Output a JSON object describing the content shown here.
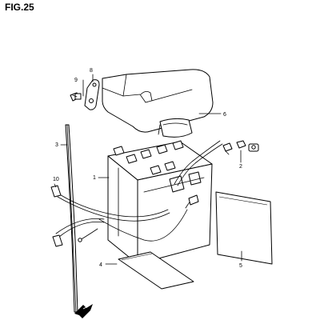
{
  "figure": {
    "title": "FIG.25"
  },
  "callouts": [
    {
      "id": "1",
      "label": "1"
    },
    {
      "id": "2",
      "label": "2"
    },
    {
      "id": "3",
      "label": "3"
    },
    {
      "id": "4",
      "label": "4"
    },
    {
      "id": "5",
      "label": "5"
    },
    {
      "id": "6",
      "label": "6"
    },
    {
      "id": "8",
      "label": "8"
    },
    {
      "id": "9",
      "label": "9"
    },
    {
      "id": "10",
      "label": "10"
    }
  ]
}
